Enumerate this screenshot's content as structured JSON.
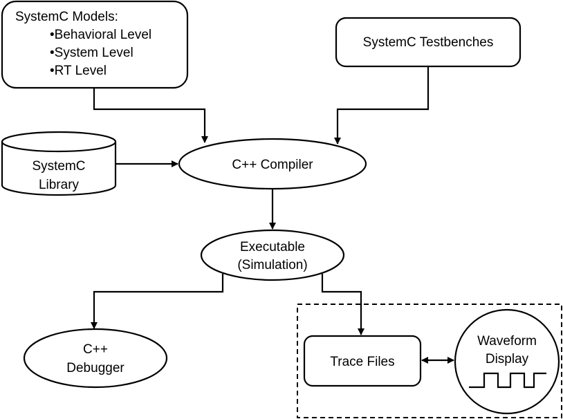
{
  "models_box": {
    "title": "SystemC Models:",
    "items": [
      "•Behavioral Level",
      "•System Level",
      "•RT Level"
    ]
  },
  "testbenches_box": {
    "label": "SystemC Testbenches"
  },
  "library": {
    "line1": "SystemC",
    "line2": "Library"
  },
  "compiler": {
    "label": "C++ Compiler"
  },
  "executable": {
    "line1": "Executable",
    "line2": "(Simulation)"
  },
  "debugger": {
    "line1": "C++",
    "line2": "Debugger"
  },
  "trace_files": {
    "label": "Trace Files"
  },
  "waveform_display": {
    "line1": "Waveform",
    "line2": "Display"
  },
  "colors": {
    "stroke": "#000000",
    "fill": "#ffffff"
  }
}
